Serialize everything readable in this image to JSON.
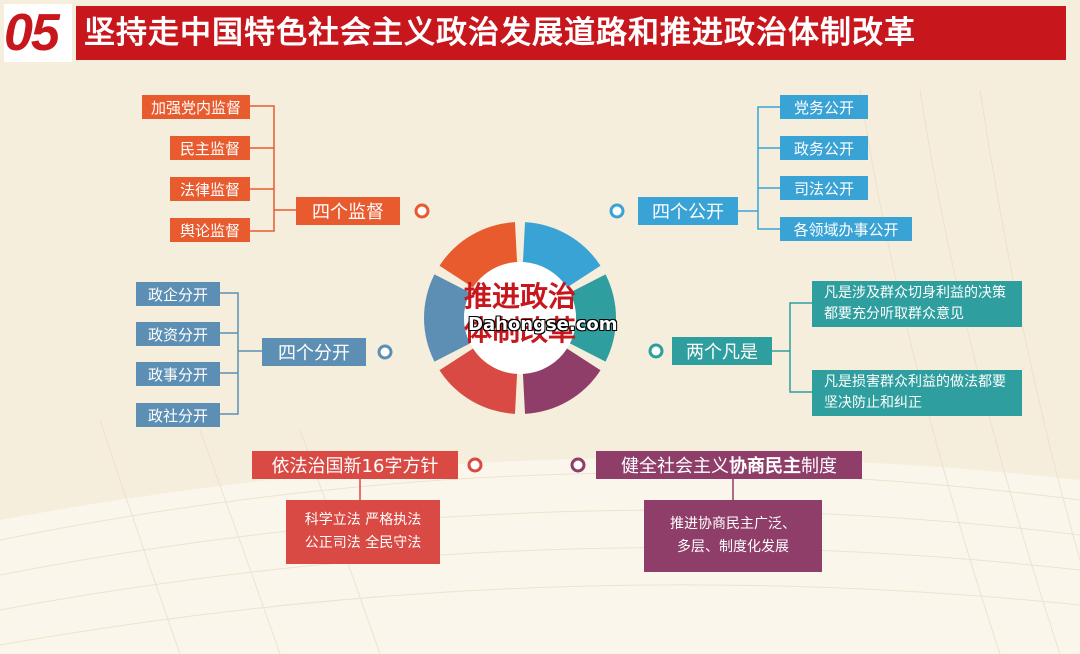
{
  "header": {
    "number": "05",
    "title": "坚持走中国特色社会主义政治发展道路和推进政治体制改革"
  },
  "hub": {
    "line1": "推进政治",
    "line2": "体制改革",
    "watermark": "Dahongse.com"
  },
  "supervision": {
    "title": "四个监督",
    "items": [
      "加强党内监督",
      "民主监督",
      "法律监督",
      "舆论监督"
    ]
  },
  "openness": {
    "title": "四个公开",
    "items": [
      "党务公开",
      "政务公开",
      "司法公开",
      "各领域办事公开"
    ]
  },
  "separation": {
    "title": "四个分开",
    "items": [
      "政企分开",
      "政资分开",
      "政事分开",
      "政社分开"
    ]
  },
  "two_whatever": {
    "title": "两个凡是",
    "items": [
      "凡是涉及群众切身利益的决策都要充分听取群众意见",
      "凡是损害群众利益的做法都要坚决防止和纠正"
    ]
  },
  "rule_of_law": {
    "title": "依法治国新16字方针",
    "line1": "科学立法 严格执法",
    "line2": "公正司法 全民守法"
  },
  "consultative": {
    "title_prefix": "健全社会主义",
    "title_bold": "协商民主",
    "title_suffix": "制度",
    "line1": "推进协商民主广泛、",
    "line2": "多层、制度化发展"
  },
  "colors": {
    "red": "#c8161d",
    "orange": "#e85b2f",
    "blue": "#3aa3d6",
    "steel": "#5c8fb3",
    "teal": "#2f9e9e",
    "coral": "#d84a43",
    "purple": "#8f3e6a"
  }
}
